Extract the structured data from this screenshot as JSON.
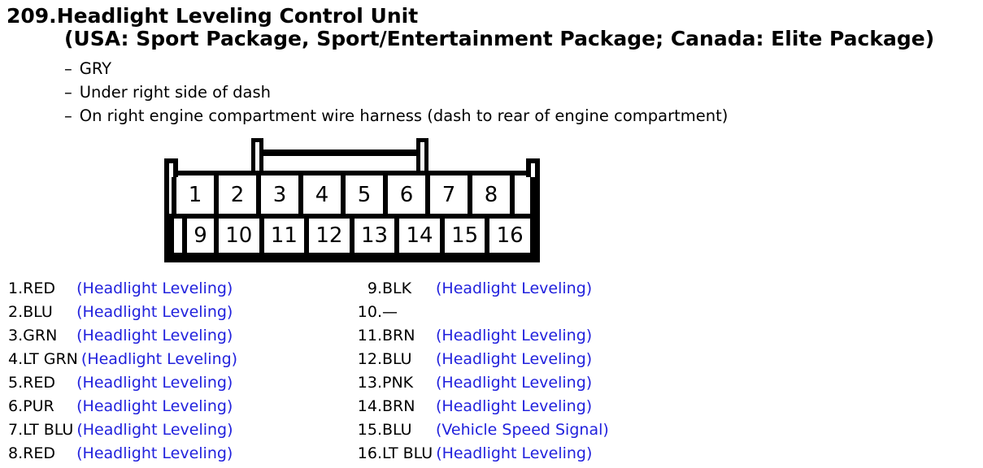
{
  "header": {
    "number": "209.",
    "title": "Headlight Leveling Control Unit",
    "subtitle": "(USA: Sport Package, Sport/Entertainment Package; Canada: Elite Package)"
  },
  "notes": {
    "marker": "–",
    "items": [
      "GRY",
      "Under right side of dash",
      "On right engine compartment wire harness (dash to rear of engine compartment)"
    ]
  },
  "connector": {
    "description": "16-pin connector, front view",
    "top_row": [
      "1",
      "2",
      "3",
      "4",
      "5",
      "6",
      "7",
      "8"
    ],
    "bottom_row": [
      "9",
      "10",
      "11",
      "12",
      "13",
      "14",
      "15",
      "16"
    ]
  },
  "pins": {
    "left": [
      {
        "id": "1.",
        "color": "RED",
        "func": "(Headlight Leveling)"
      },
      {
        "id": "2.",
        "color": "BLU",
        "func": "(Headlight Leveling)"
      },
      {
        "id": "3.",
        "color": "GRN",
        "func": "(Headlight Leveling)"
      },
      {
        "id": "4.",
        "color": "LT GRN",
        "func": "(Headlight Leveling)"
      },
      {
        "id": "5.",
        "color": "RED",
        "func": "(Headlight Leveling)"
      },
      {
        "id": "6.",
        "color": "PUR",
        "func": "(Headlight Leveling)"
      },
      {
        "id": "7.",
        "color": "LT BLU",
        "func": "(Headlight Leveling)"
      },
      {
        "id": "8.",
        "color": "RED",
        "func": "(Headlight Leveling)"
      }
    ],
    "right": [
      {
        "id": "9.",
        "color": "BLK",
        "func": "(Headlight Leveling)"
      },
      {
        "id": "10.",
        "color": "—",
        "func": ""
      },
      {
        "id": "11.",
        "color": "BRN",
        "func": "(Headlight Leveling)"
      },
      {
        "id": "12.",
        "color": "BLU",
        "func": "(Headlight Leveling)"
      },
      {
        "id": "13.",
        "color": "PNK",
        "func": "(Headlight Leveling)"
      },
      {
        "id": "14.",
        "color": "BRN",
        "func": "(Headlight Leveling)"
      },
      {
        "id": "15.",
        "color": "BLU",
        "func": "(Vehicle Speed Signal)"
      },
      {
        "id": "16.",
        "color": "LT BLU",
        "func": "(Headlight Leveling)"
      }
    ]
  },
  "colors": {
    "ink": "#000000",
    "link_blue": "#2121dd",
    "background": "#ffffff"
  }
}
